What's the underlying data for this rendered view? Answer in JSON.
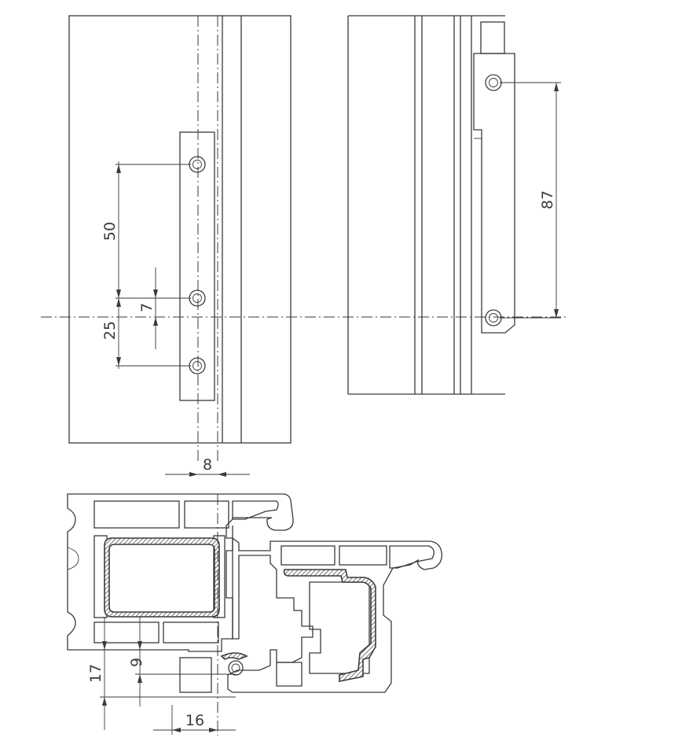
{
  "dimensions": {
    "left_upper": "50",
    "left_offset": "7",
    "left_lower": "25",
    "right_spacing": "87",
    "axis_offset": "8",
    "section_height": "17",
    "section_inner": "9",
    "section_width": "16"
  }
}
